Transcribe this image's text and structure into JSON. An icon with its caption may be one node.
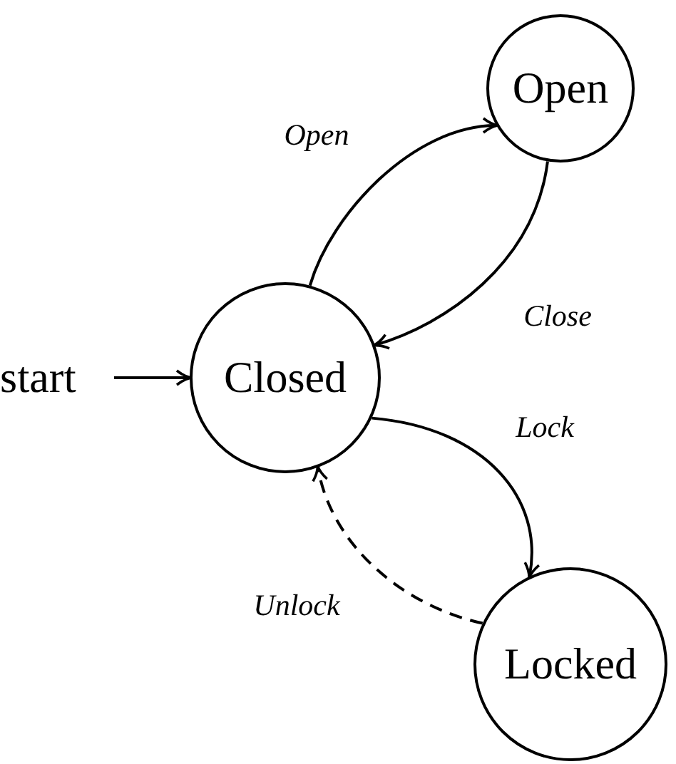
{
  "diagram": {
    "nodes": [
      {
        "text": [
          "start"
        ]
      },
      {
        "text": [
          "Closed"
        ]
      },
      {
        "text": [
          "Open"
        ]
      },
      {
        "text": [
          "Locked"
        ]
      }
    ],
    "edges": [
      {
        "from": 0,
        "to": 1,
        "arrow": "to"
      },
      {
        "from": 1,
        "to": 2,
        "arrow": "to",
        "label": "Open"
      },
      {
        "from": 2,
        "to": 1,
        "arrow": "to",
        "label": "Close"
      },
      {
        "from": 1,
        "to": 3,
        "arrow": "to",
        "label": "Lock"
      },
      {
        "from": 3,
        "to": 1,
        "arrow": "to",
        "label": "Unlock",
        "style": "dashed"
      }
    ]
  }
}
